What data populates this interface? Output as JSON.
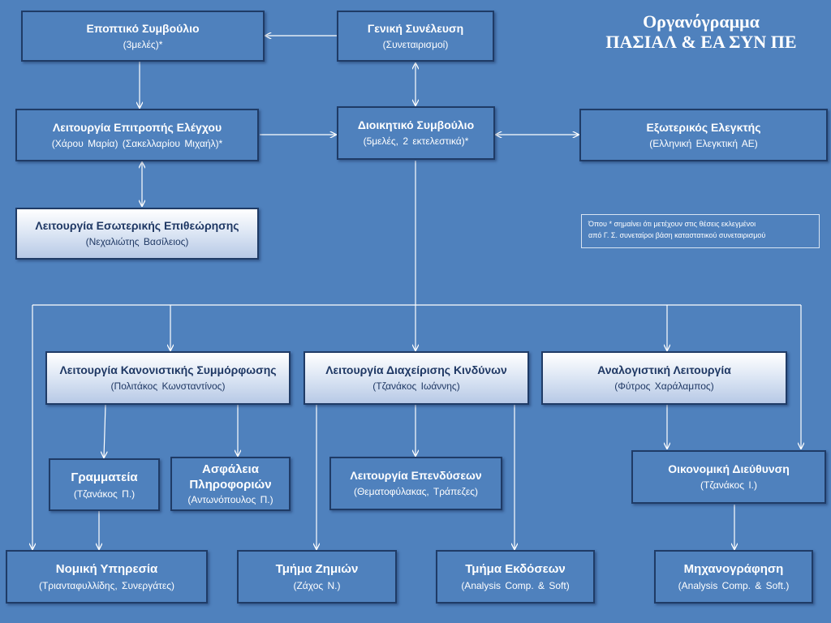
{
  "title": {
    "line1": "Οργανόγραμμα",
    "line2": "ΠΑΣΙΑΛ & ΕΑ ΣΥΝ ΠΕ"
  },
  "note": {
    "line1": "Όπου * σημαίνει ότι μετέχουν στις θέσεις εκλεγμένοι",
    "line2": "από Γ. Σ. συνεταίροι βάση καταστατικού συνεταιρισμού"
  },
  "boxes": {
    "general_assembly": {
      "title": "Γενική Συνέλευση",
      "subtitle": "(Συνεταιρισμοί)"
    },
    "supervisory_board": {
      "title": "Εποπτικό Συμβούλιο",
      "subtitle": "(3μελές)*"
    },
    "board_of_directors": {
      "title": "Διοικητικό Συμβούλιο",
      "subtitle": "(5μελές, 2 εκτελεστικά)*"
    },
    "audit_committee": {
      "title": "Λειτουργία Επιτροπής Ελέγχου",
      "subtitle": "(Χάρου Μαρία) (Σακελλαρίου Μιχαήλ)*"
    },
    "external_auditor": {
      "title": "Εξωτερικός Ελεγκτής",
      "subtitle": "(Ελληνική Ελεγκτική ΑΕ)"
    },
    "internal_audit": {
      "title": "Λειτουργία Εσωτερικής Επιθεώρησης",
      "subtitle": "(Νεχαλιώτης Βασίλειος)"
    },
    "compliance": {
      "title": "Λειτουργία Κανονιστικής Συμμόρφωσης",
      "subtitle": "(Πολιτάκος Κωνσταντίνος)"
    },
    "risk_management": {
      "title": "Λειτουργία Διαχείρισης Κινδύνων",
      "subtitle": "(Τζανάκος Ιωάννης)"
    },
    "actuarial": {
      "title": "Αναλογιστική Λειτουργία",
      "subtitle": "(Φύτρος Χαράλαμπος)"
    },
    "secretariat": {
      "title": "Γραμματεία",
      "subtitle": "(Τζανάκος Π.)"
    },
    "info_security": {
      "title_line1": "Ασφάλεια",
      "title_line2": "Πληροφοριών",
      "subtitle": "(Αντωνόπουλος Π.)"
    },
    "investments": {
      "title": "Λειτουργία Επενδύσεων",
      "subtitle": "(Θεματοφύλακας, Τράπεζες)"
    },
    "financial_dept": {
      "title": "Οικονομική Διεύθυνση",
      "subtitle": "(Τζανάκος Ι.)"
    },
    "legal": {
      "title": "Νομική Υπηρεσία",
      "subtitle": "(Τριανταφυλλίδης, Συνεργάτες)"
    },
    "claims": {
      "title": "Τμήμα Ζημιών",
      "subtitle": "(Ζάχος Ν.)"
    },
    "issuance": {
      "title": "Τμήμα Εκδόσεων",
      "subtitle": "(Analysis Comp. & Soft)"
    },
    "it": {
      "title": "Μηχανογράφηση",
      "subtitle": "(Analysis Comp. & Soft.)"
    }
  }
}
